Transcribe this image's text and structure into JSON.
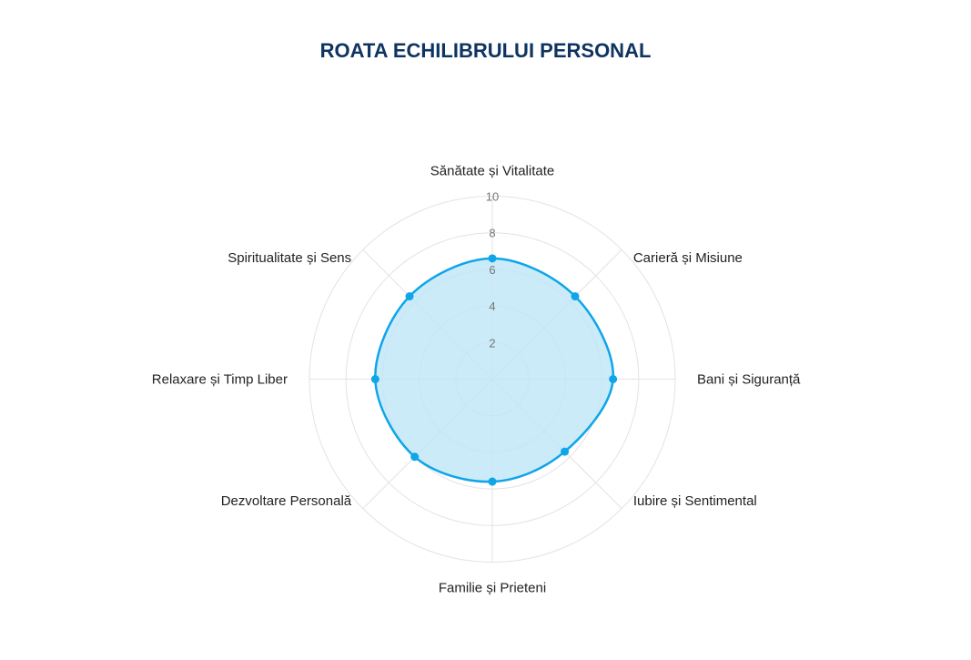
{
  "chart_data": {
    "type": "radar",
    "title": "ROATA ECHILIBRULUI PERSONAL",
    "categories": [
      "Sănătate și Vitalitate",
      "Carieră și Misiune",
      "Bani și Siguranță",
      "Iubire și Sentimental",
      "Familie și Prieteni",
      "Dezvoltare Personală",
      "Relaxare și Timp Liber",
      "Spiritualitate și Sens"
    ],
    "values": [
      6.6,
      6.4,
      6.6,
      5.6,
      5.6,
      6.0,
      6.4,
      6.4
    ],
    "rlim": [
      0,
      10
    ],
    "rticks": [
      "2",
      "4",
      "6",
      "8",
      "10"
    ],
    "grid": true,
    "colors": {
      "line": "#0ea5e9",
      "fill": "#bfe6f7",
      "grid": "#e3e3e8",
      "title": "#0f3462"
    }
  }
}
